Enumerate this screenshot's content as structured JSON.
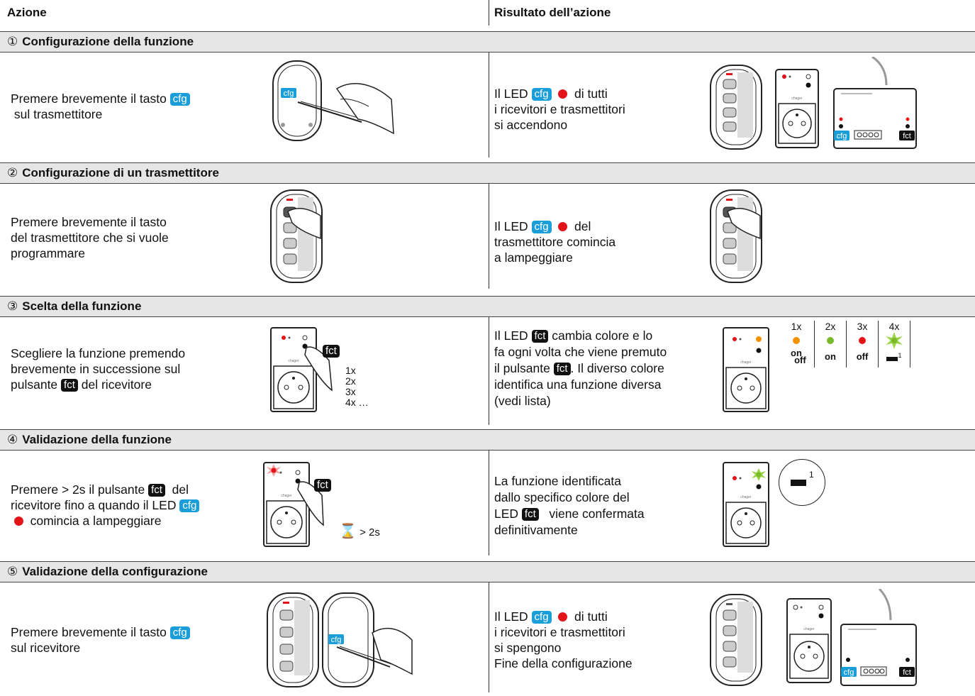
{
  "header": {
    "left": "Azione",
    "right": "Risultato dell’azione"
  },
  "sections": [
    {
      "num": "①",
      "title": "Configurazione della funzione",
      "action": [
        "Premere brevemente il tasto",
        "sul trasmettitore"
      ],
      "result": [
        "Il LED",
        "di tutti",
        "i ricevitori e trasmettitori",
        "si accendono"
      ]
    },
    {
      "num": "②",
      "title": "Configurazione di un trasmettitore",
      "action": [
        "Premere brevemente il tasto",
        "del trasmettitore che si vuole",
        "programmare"
      ],
      "result": [
        "Il LED",
        "del",
        "trasmettitore comincia",
        "a lampeggiare"
      ]
    },
    {
      "num": "③",
      "title": "Scelta della funzione",
      "action": [
        "Scegliere la funzione premendo",
        "brevemente in successione sul",
        "pulsante",
        "del ricevitore"
      ],
      "result": [
        "Il LED",
        "cambia colore e lo",
        "fa ogni volta che viene premuto",
        "il pulsante",
        ". Il diverso colore",
        "identifica una funzione diversa",
        "(vedi lista)"
      ],
      "presses": [
        "1x",
        "2x",
        "3x",
        "4x …"
      ],
      "options": [
        {
          "count": "1x",
          "label_on": "on",
          "label_off": "off",
          "color": "#f39200"
        },
        {
          "count": "2x",
          "label": "on",
          "color": "#7ab929"
        },
        {
          "count": "3x",
          "label": "off",
          "color": "#e2141a"
        },
        {
          "count": "4x",
          "label": "",
          "sup": "1",
          "color": "#9bd44a"
        }
      ]
    },
    {
      "num": "④",
      "title": "Validazione della funzione",
      "action": [
        "Premere > 2s il pulsante",
        "del",
        "ricevitore fino a quando il LED",
        "comincia a lampeggiare"
      ],
      "result": [
        "La funzione identificata",
        "dallo specifico colore del",
        "LED",
        "viene confermata",
        "definitivamente"
      ],
      "timer": "> 2s",
      "sup": "1"
    },
    {
      "num": "⑤",
      "title": "Validazione della configurazione",
      "action": [
        "Premere brevemente il tasto",
        "sul ricevitore"
      ],
      "result": [
        "Il LED",
        "di tutti",
        "i ricevitori e trasmettitori",
        "si spengono",
        "Fine della configurazione"
      ]
    }
  ],
  "tags": {
    "cfg": "cfg",
    "fct": "fct"
  },
  "device": {
    "brand": "chager"
  },
  "colors": {
    "cfg": "#1a9ed9",
    "fct": "#111111",
    "led_red": "#e2141a",
    "orange": "#f39200",
    "green": "#7ab929",
    "bar": "#e6e6e6"
  }
}
